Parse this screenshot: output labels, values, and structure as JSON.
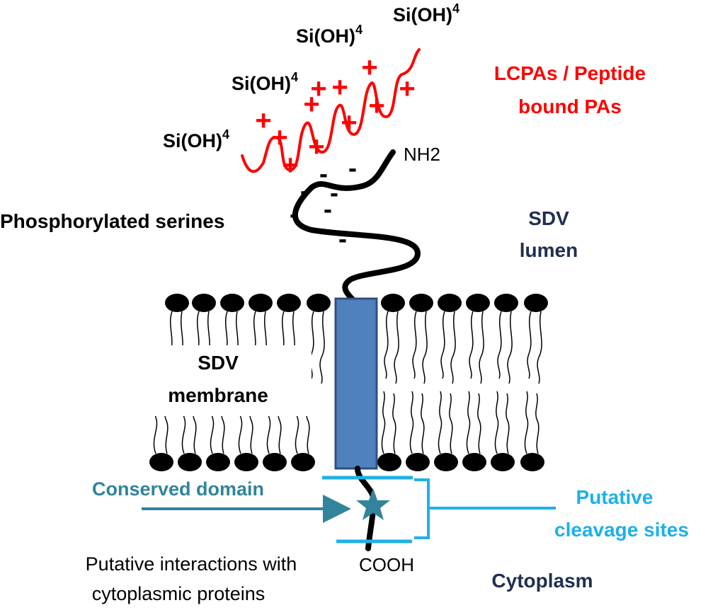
{
  "colors": {
    "black": "#000000",
    "red": "#ff0000",
    "navy": "#1f2f4f",
    "teal": "#31849b",
    "lightblue": "#1fb0e8",
    "protein_fill": "#4f81bd",
    "protein_stroke": "#2f4f7f"
  },
  "labels": {
    "silicic_acid_1": "Si(OH)",
    "silicic_acid_2": "Si(OH)",
    "silicic_acid_3": "Si(OH)",
    "silicic_acid_4": "Si(OH)",
    "superscript": "4",
    "lcpas_line1": "LCPAs / Peptide",
    "lcpas_line2": "bound PAs",
    "nh2": "NH2",
    "phosphorylated_serines": "Phosphorylated serines",
    "sdv_lumen_line1": "SDV",
    "sdv_lumen_line2": "lumen",
    "sdv_membrane_line1": "SDV",
    "sdv_membrane_line2": "membrane",
    "conserved_domain": "Conserved domain",
    "putative_cleavage_line1": "Putative",
    "putative_cleavage_line2": "cleavage sites",
    "interactions_line1": "Putative interactions with",
    "interactions_line2": "cytoplasmic proteins",
    "cooh": "COOH",
    "cytoplasm": "Cytoplasm",
    "plus_sign": "+",
    "minus_sign": "-"
  },
  "icons": {
    "conserved_domain_marker": "star-icon"
  }
}
